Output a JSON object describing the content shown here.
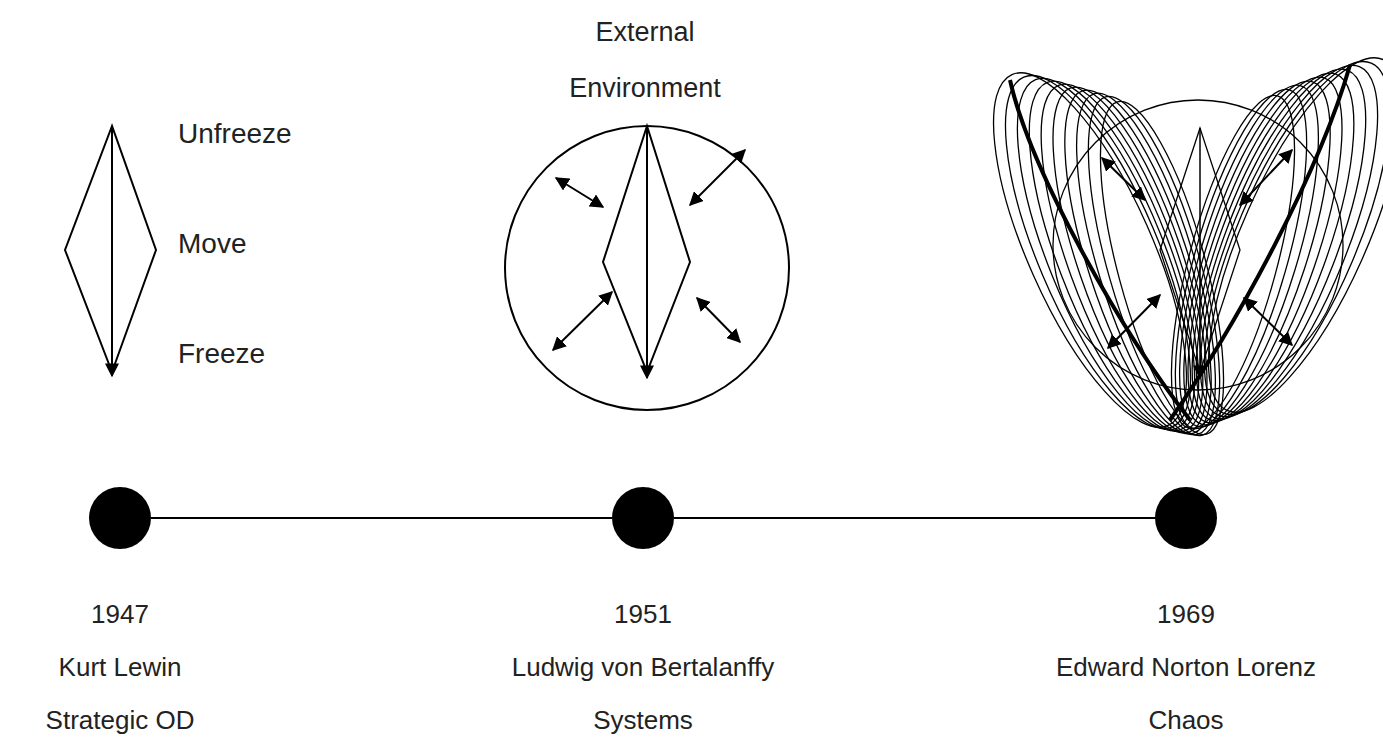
{
  "diagram": {
    "nodes": [
      {
        "text": [
          "1947",
          "Kurt Lewin",
          "Strategic OD"
        ]
      },
      {
        "text": [
          "1951",
          "Ludwig von Bertalanffy",
          "Systems"
        ]
      },
      {
        "text": [
          "1969",
          "Edward Norton Lorenz",
          "Chaos"
        ]
      }
    ],
    "edges": [
      {
        "from": 0,
        "to": 1,
        "arrow": "none"
      },
      {
        "from": 1,
        "to": 2,
        "arrow": "none"
      }
    ],
    "labels": [
      "Unfreeze",
      "Move",
      "Freeze",
      "External Environment"
    ]
  }
}
